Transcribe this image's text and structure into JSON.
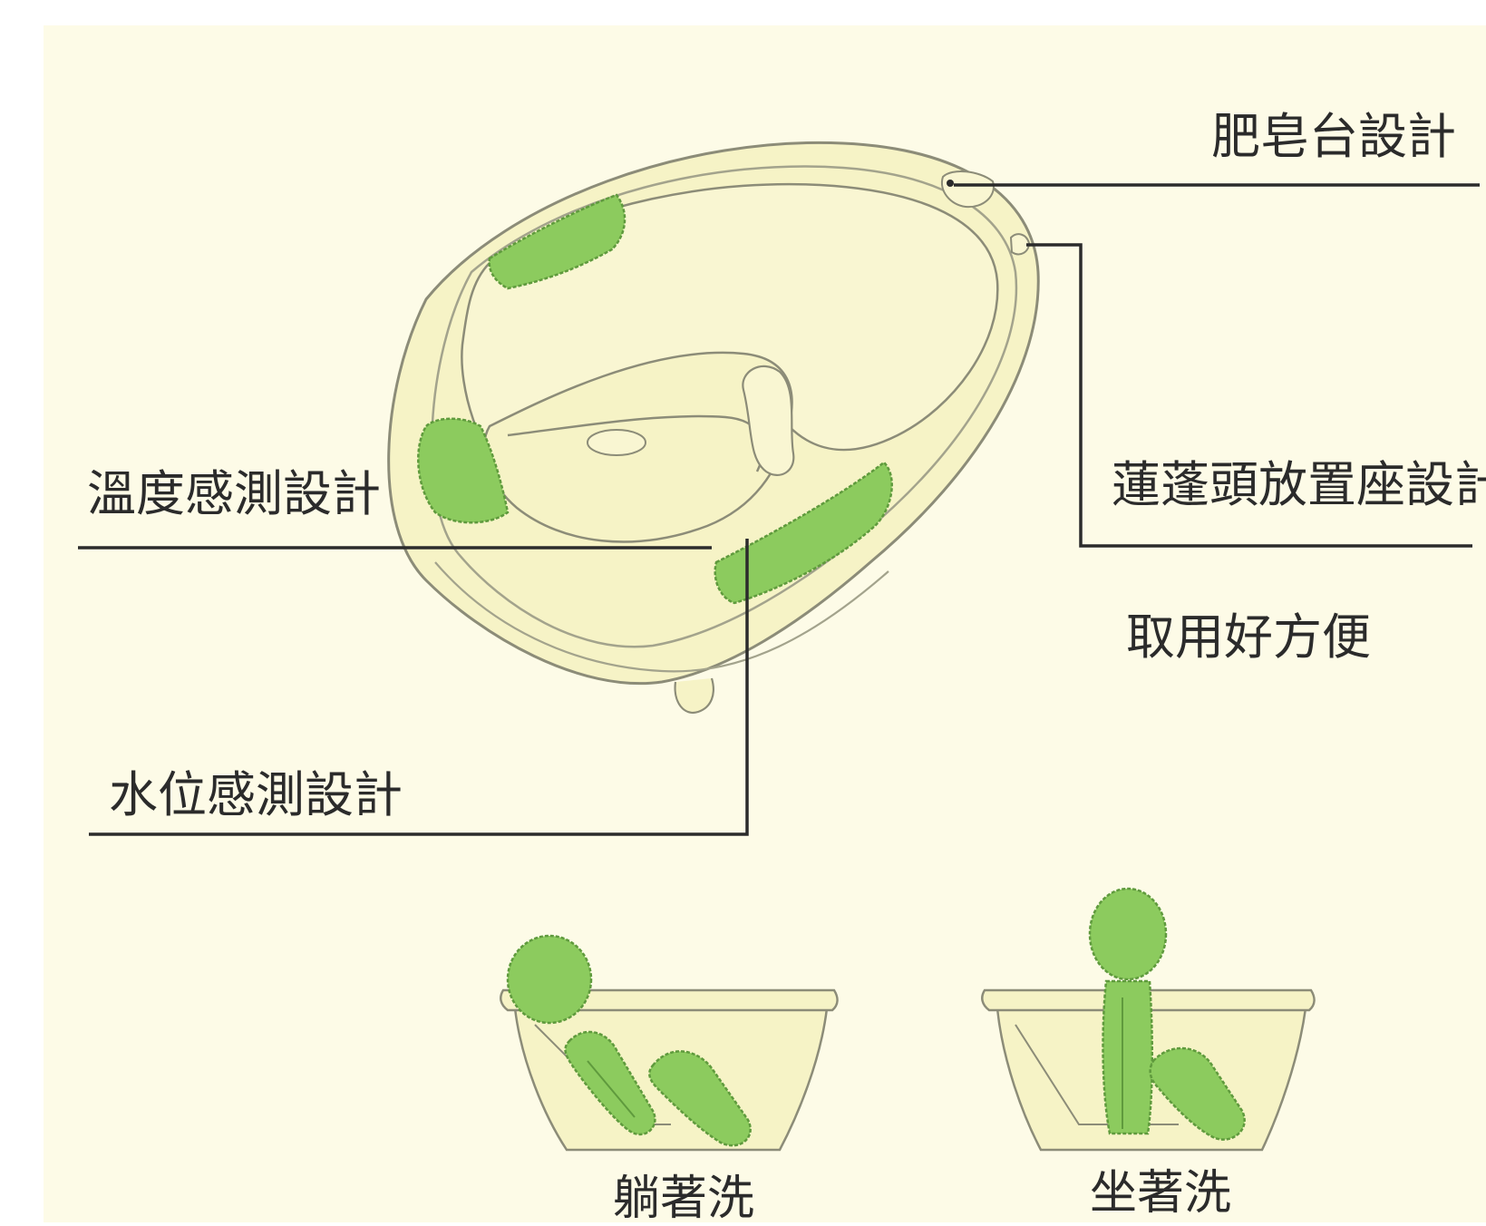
{
  "diagram": {
    "labels": {
      "soap_tray": "肥皂台設計",
      "temperature_sensor": "溫度感測設計",
      "shower_holder": "蓮蓬頭放置座設計",
      "shower_holder_note": "取用好方便",
      "water_level_sensor": "水位感測設計",
      "lying_wash": "躺著洗",
      "sitting_wash": "坐著洗"
    },
    "colors": {
      "background": "#fdfbe7",
      "tub_fill": "#f6f3c6",
      "tub_outline": "#8c8c78",
      "pad_green": "#8ccb5e",
      "pad_outline": "#5f9a3d",
      "leader_line": "#2b2b2b"
    }
  }
}
